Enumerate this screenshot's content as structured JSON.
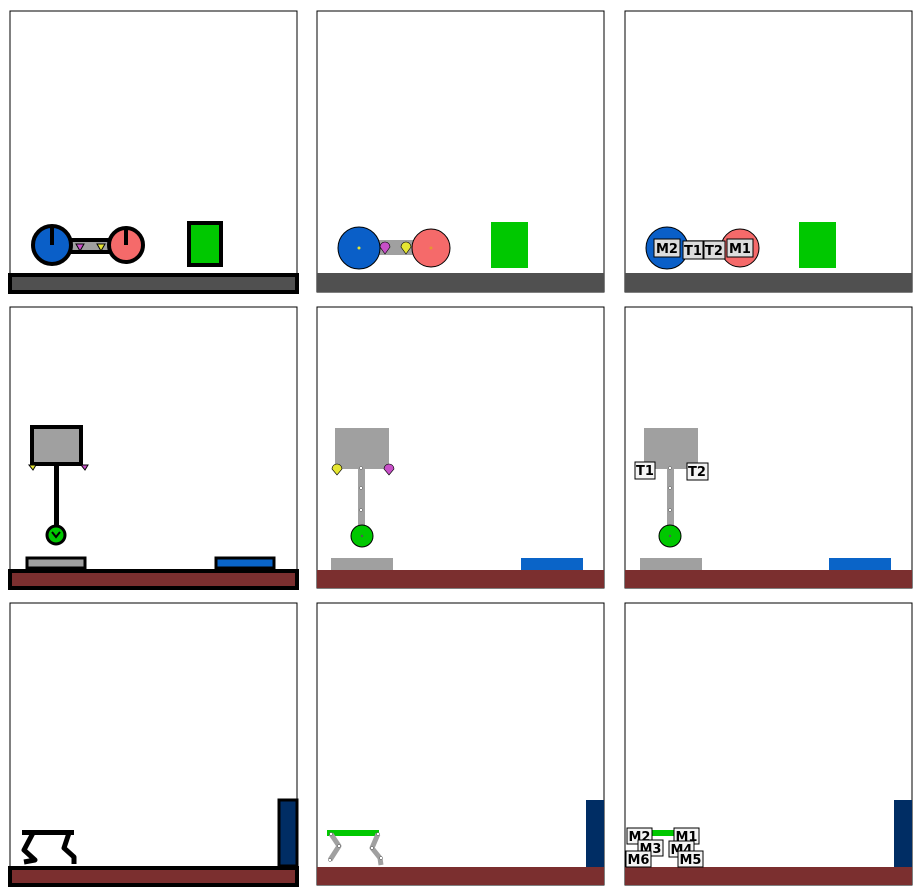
{
  "figure": {
    "rows": [
      {
        "scene": "car",
        "cells": [
          {
            "style": "pixel"
          },
          {
            "style": "render"
          },
          {
            "style": "annotated",
            "labels": [
              "M2",
              "T1",
              "T2",
              "M1"
            ]
          }
        ]
      },
      {
        "scene": "arm",
        "cells": [
          {
            "style": "pixel"
          },
          {
            "style": "render"
          },
          {
            "style": "annotated",
            "labels": [
              "T1",
              "T2"
            ]
          }
        ]
      },
      {
        "scene": "walker",
        "cells": [
          {
            "style": "pixel"
          },
          {
            "style": "render"
          },
          {
            "style": "annotated",
            "labels": [
              "M2",
              "M1",
              "M3",
              "M4",
              "M6",
              "M5"
            ]
          }
        ]
      }
    ],
    "colors": {
      "blue_wheel": "#0a5fc8",
      "pink_wheel": "#f56a6a",
      "green": "#00c800",
      "dark_ground": "#505050",
      "brown_ground": "#7b2f2f",
      "gray_body": "#a0a0a0",
      "blue_platform": "#0a64c8",
      "navy_wall": "#002d64",
      "magenta_joint": "#c850c8",
      "yellow_joint": "#e6e632"
    }
  }
}
